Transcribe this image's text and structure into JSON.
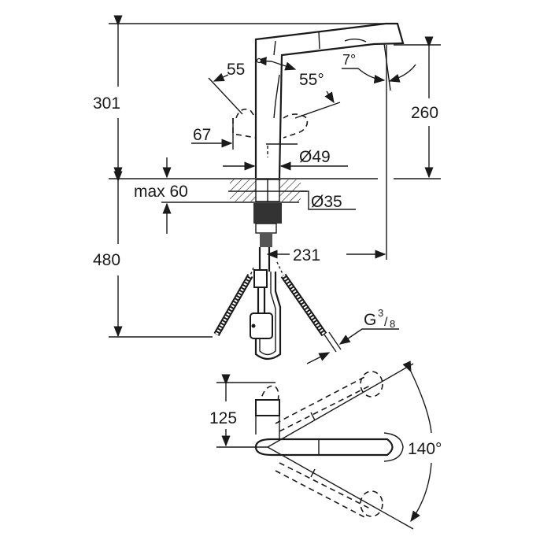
{
  "drawing": {
    "title": "Kitchen faucet dimension drawing",
    "dimensions": {
      "total_height": "301",
      "spout_height": "260",
      "handle_angle_left": "55",
      "handle_angle_right": "55°",
      "spout_tilt": "7°",
      "handle_offset": "67",
      "body_diameter": "Ø49",
      "max_counter_thickness": "max 60",
      "hole_diameter": "Ø35",
      "spout_reach": "231",
      "hose_length": "480",
      "connection_thread_base": "G",
      "connection_thread_num": "3",
      "connection_thread_den": "8",
      "handle_length_top_view": "125",
      "swivel_angle": "140°"
    },
    "colors": {
      "line": "#1a1a1a",
      "background": "#ffffff"
    }
  }
}
